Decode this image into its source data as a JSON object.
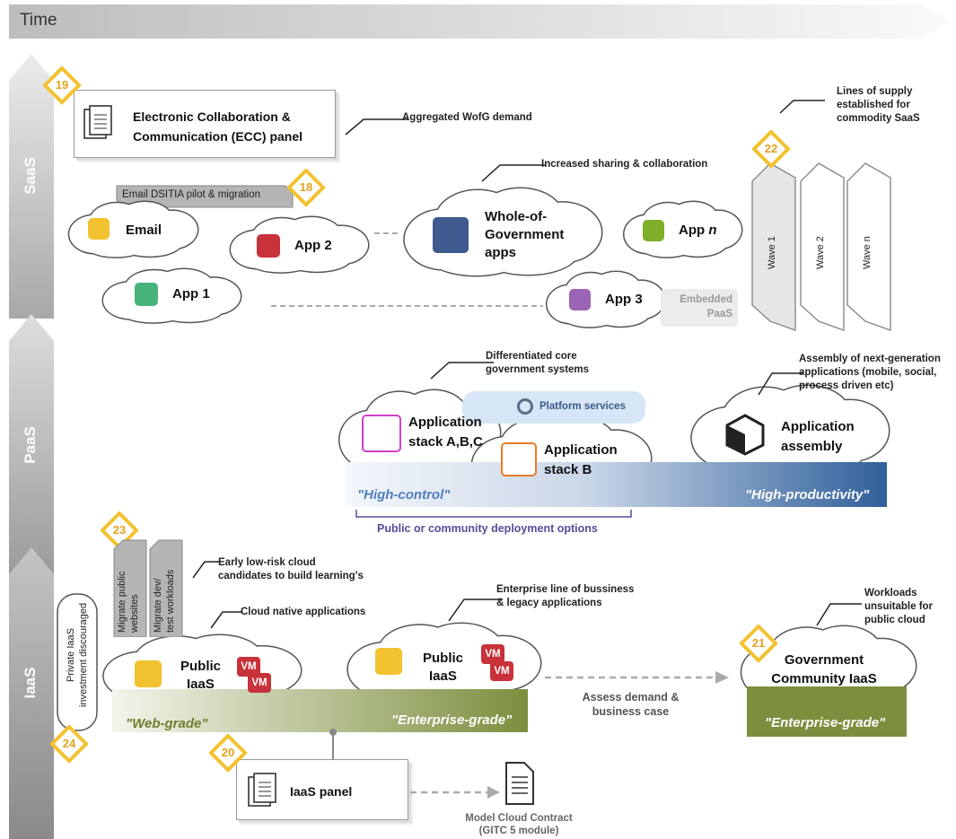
{
  "time_label": "Time",
  "layers": {
    "saas": "SaaS",
    "paas": "PaaS",
    "iaas": "IaaS"
  },
  "markers": {
    "m19": "19",
    "m18": "18",
    "m22": "22",
    "m23": "23",
    "m24": "24",
    "m21": "21",
    "m20": "20"
  },
  "ecc_panel": {
    "line1": "Electronic Collaboration &",
    "line2": "Communication (ECC) panel"
  },
  "annotations": {
    "aggregated": "Aggregated WofG demand",
    "lines_supply": [
      "Lines of supply",
      "established for",
      "commodity SaaS"
    ],
    "sharing": "Increased sharing & collaboration",
    "differentiated": [
      "Differentiated core",
      "government systems"
    ],
    "assembly": [
      "Assembly of next-generation",
      "applications (mobile, social,",
      "process driven etc)"
    ],
    "early": [
      "Early low-risk cloud",
      "candidates to build learning's"
    ],
    "cloud_native": "Cloud native applications",
    "enterprise_line": [
      "Enterprise line of bussiness",
      "& legacy applications"
    ],
    "workloads": [
      "Workloads",
      "unsuitable for",
      "public cloud"
    ]
  },
  "saas": {
    "email_pilot": "Email DSITIA pilot & migration",
    "email": "Email",
    "app1": "App 1",
    "app2": "App 2",
    "wog": [
      "Whole-of-",
      "Government",
      "apps"
    ],
    "app_n_prefix": "App ",
    "app_n_suffix": "n",
    "app3": "App 3",
    "embedded": [
      "Embedded",
      "PaaS"
    ],
    "waves": [
      "Wave 1",
      "Wave 2",
      "Wave n"
    ]
  },
  "paas": {
    "platform_services": "Platform services",
    "stack_abc": [
      "Application",
      "stack A,B,C"
    ],
    "stack_b": [
      "Application",
      "stack B"
    ],
    "assembly": [
      "Application",
      "assembly"
    ],
    "high_control": "\"High-control\"",
    "high_productivity": "\"High-productivity\"",
    "deployment": "Public or community deployment options"
  },
  "iaas": {
    "migrate_public": [
      "Migrate public",
      "websites"
    ],
    "migrate_dev": [
      "Migrate dev/",
      "test workloads"
    ],
    "private": [
      "Private IaaS",
      "investment discouraged"
    ],
    "public1": [
      "Public",
      "IaaS"
    ],
    "public2": [
      "Public",
      "IaaS"
    ],
    "vm": "VM",
    "web_grade": "\"Web-grade\"",
    "enterprise_grade": "\"Enterprise-grade\"",
    "assess": [
      "Assess demand &",
      "business case"
    ],
    "gov_iaas": [
      "Government",
      "Community IaaS"
    ],
    "gov_grade": "\"Enterprise-grade\"",
    "iaas_panel": "IaaS panel",
    "contract": [
      "Model Cloud Contract",
      "(GITC 5 module)"
    ]
  },
  "colors": {
    "marker": "#f2c230",
    "web_green": "#7c8f3e",
    "paas_blue": "#2f5f9a",
    "control_text": "#4d7dbf"
  }
}
